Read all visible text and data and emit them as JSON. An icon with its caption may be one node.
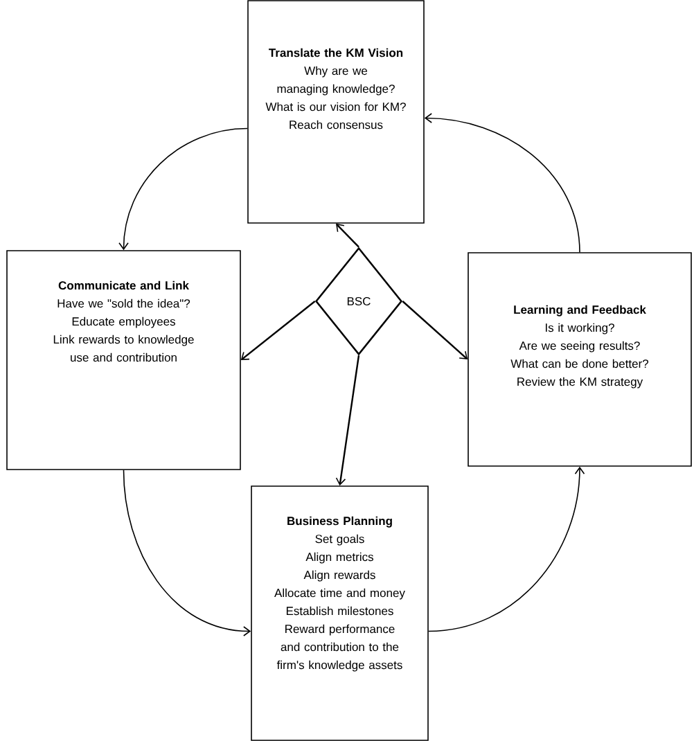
{
  "diagram": {
    "nodes": [
      {
        "text": [
          "Translate the KM Vision",
          "Why are we managing knowledge?",
          "What is our vision for KM?",
          "Reach consensus"
        ]
      },
      {
        "text": [
          "Communicate and Link",
          "Have we \"sold the idea\"?",
          "Educate employees",
          "Link rewards to knowledge use and contribution"
        ]
      },
      {
        "text": [
          "BSC"
        ]
      },
      {
        "text": [
          "Learning and Feedback",
          "Is it working?",
          "Are we seeing results?",
          "What can be done better?",
          "Review the KM strategy"
        ]
      },
      {
        "text": [
          "Business Planning",
          "Set goals",
          "Align metrics",
          "Align rewards",
          "Allocate time and money",
          "Establish milestones",
          "Reward performance and contribution to the firm's knowledge assets"
        ]
      }
    ],
    "edges": [
      {
        "from": 2,
        "to": 0,
        "arrow": "to"
      },
      {
        "from": 2,
        "to": 1,
        "arrow": "to"
      },
      {
        "from": 2,
        "to": 3,
        "arrow": "to"
      },
      {
        "from": 2,
        "to": 4,
        "arrow": "to"
      },
      {
        "from": 0,
        "to": 1,
        "arrow": "to"
      },
      {
        "from": 1,
        "to": 4,
        "arrow": "to"
      },
      {
        "from": 4,
        "to": 3,
        "arrow": "to"
      },
      {
        "from": 3,
        "to": 0,
        "arrow": "to"
      }
    ]
  }
}
